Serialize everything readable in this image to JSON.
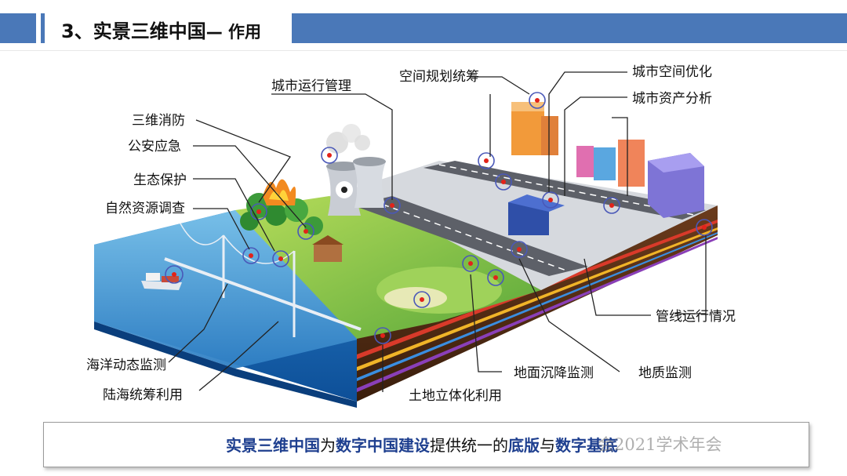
{
  "header": {
    "title": "3、实景三维中国",
    "title_sub": "— 作用",
    "accent_color": "#4a78b8"
  },
  "labels": {
    "city_ops": "城市运行管理",
    "space_plan": "空间规划统筹",
    "city_space": "城市空间优化",
    "city_asset": "城市资产分析",
    "fire": "三维消防",
    "police": "公安应急",
    "eco": "生态保护",
    "resource": "自然资源调查",
    "ocean": "海洋动态监测",
    "land_sea": "陆海统筹利用",
    "land3d": "土地立体化利用",
    "subsidence": "地面沉降监测",
    "geology": "地质监测",
    "pipeline": "管线运行情况"
  },
  "caption": {
    "p1": "实景三维中国",
    "p2": "为",
    "p3": "数字中国建设",
    "p4": "提供统一的",
    "p5": "底版",
    "p6": "与",
    "p7": "数字基底"
  },
  "watermark": "会2021学术年会"
}
